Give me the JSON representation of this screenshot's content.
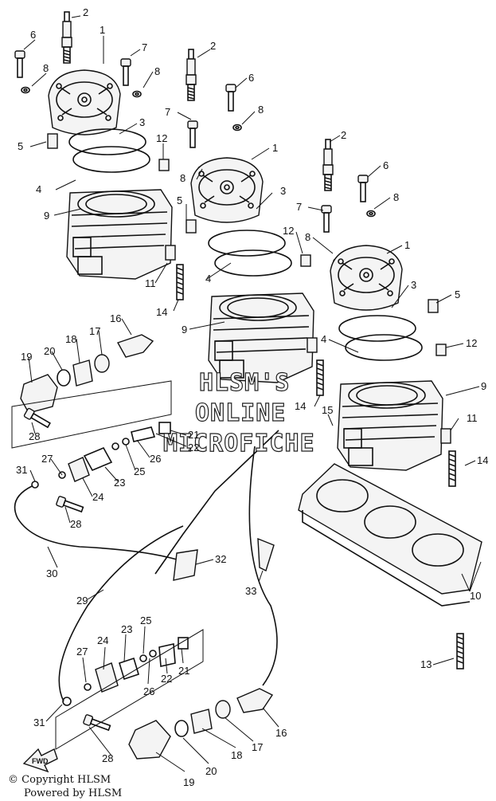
{
  "watermark": {
    "line1": "HLSM'S",
    "line2": "ONLINE",
    "line3": "MICROFICHE"
  },
  "footer": {
    "copyright": "© Copyright HLSM",
    "powered": "Powered by HLSM"
  },
  "fwd_label": "FWD",
  "callouts": {
    "c_head1_2": "2",
    "c_head1_6": "6",
    "c_head1_1": "1",
    "c_head1_7": "7",
    "c_head1_8a": "8",
    "c_head1_8b": "8",
    "c_head1_3": "3",
    "c_head1_5": "5",
    "c_head1_4": "4",
    "c_head1_9": "9",
    "c_head1_12": "12",
    "c_head1_11": "11",
    "c_head1_14": "14",
    "c_head2_2": "2",
    "c_head2_6": "6",
    "c_head2_8a": "8",
    "c_head2_7": "7",
    "c_head2_1": "1",
    "c_head2_8b": "8",
    "c_head2_5": "5",
    "c_head2_3": "3",
    "c_head2_12": "12",
    "c_head2_4": "4",
    "c_head2_9": "9",
    "c_head2_14": "14",
    "c_head3_2": "2",
    "c_head3_6": "6",
    "c_head3_8a": "8",
    "c_head3_7": "7",
    "c_head3_8b": "8",
    "c_head3_1": "1",
    "c_head3_3": "3",
    "c_head3_5": "5",
    "c_head3_4": "4",
    "c_head3_12": "12",
    "c_head3_9": "9",
    "c_head3_15": "15",
    "c_head3_11": "11",
    "c_head3_14": "14",
    "c_upper_16": "16",
    "c_upper_17": "17",
    "c_upper_18": "18",
    "c_upper_20": "20",
    "c_upper_19": "19",
    "c_upper_28": "28",
    "c_upper_21": "21",
    "c_upper_22": "22",
    "c_upper_26": "26",
    "c_upper_25": "25",
    "c_upper_23": "23",
    "c_upper_27": "27",
    "c_upper_31": "31",
    "c_upper_24": "24",
    "c_upper_28b": "28",
    "c_upper_30": "30",
    "c_upper_32": "32",
    "c_upper_33": "33",
    "c_gasket_10": "10",
    "c_stud_13": "13",
    "c_hose_29": "29",
    "c_lower_25": "25",
    "c_lower_23": "23",
    "c_lower_24": "24",
    "c_lower_27": "27",
    "c_lower_21": "21",
    "c_lower_22": "22",
    "c_lower_26": "26",
    "c_lower_31": "31",
    "c_lower_28": "28",
    "c_lower_19": "19",
    "c_lower_20": "20",
    "c_lower_18": "18",
    "c_lower_17": "17",
    "c_lower_16": "16"
  }
}
